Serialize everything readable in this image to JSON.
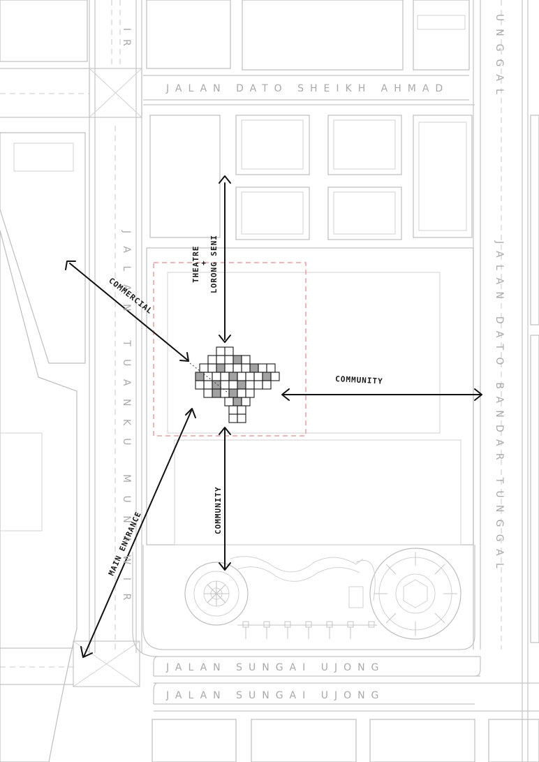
{
  "streets": {
    "jalan_dato_sheikh_ahmad": "JALAN DATO SHEIKH AHMAD",
    "jalan_tuanku_munawir": "JALAN TUANKU MUNAWIR",
    "jalan_dato_bandar_tunggal": "JALAN DATO BANDAR TUNGGAL",
    "jalan_sungai_ujong_1": "JALAN SUNGAI UJONG",
    "jalan_sungai_ujong_2": "JALAN SUNGAI UJONG",
    "top_fragment_left": "IR",
    "top_fragment_right": "UNGGAL"
  },
  "annotations": {
    "theatre": "THEATRE",
    "plus": "+",
    "lorong_seni": "LORONG SENI",
    "commercial": "COMMERCIAL",
    "community_east": "COMMUNITY",
    "community_south": "COMMUNITY",
    "main_entrance": "MAIN ENTRANCE"
  },
  "colors": {
    "linework": "#bdbdbd",
    "site_boundary": "#e8a0a0",
    "ink": "#111111"
  }
}
